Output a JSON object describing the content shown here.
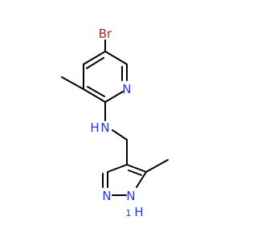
{
  "molecule": {
    "atoms": {
      "bromine": {
        "label": "Br",
        "color": "#a52a2a"
      },
      "pyridine_nitrogen": {
        "label": "N",
        "color": "#2233ff"
      },
      "amine_nitrogen": {
        "label": "N",
        "color": "#2233ff"
      },
      "amine_hydrogen": {
        "label": "H",
        "color": "#2233ff"
      },
      "pyrazole_n1": {
        "label": "N",
        "color": "#2233ff"
      },
      "pyrazole_n2": {
        "label": "N",
        "color": "#2233ff"
      },
      "pyrazole_nh_hydrogen": {
        "label": "H",
        "color": "#2233ff"
      },
      "pyrazole_nh_index": {
        "label": "1",
        "color": "#2233ff"
      }
    },
    "bond_color": "#000000"
  }
}
